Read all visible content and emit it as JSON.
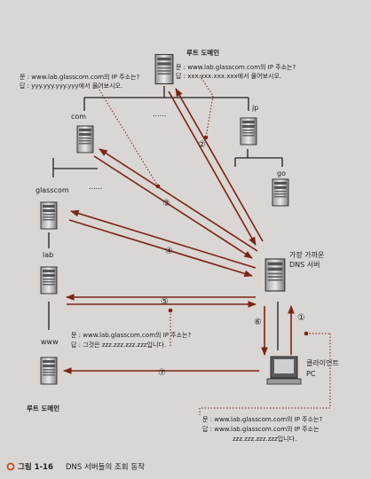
{
  "nodes": {
    "root_top": "루트 도메인",
    "com": "com",
    "jp": "jp",
    "go": "go",
    "glasscom": "glasscom",
    "lab": "lab",
    "www": "www",
    "root_bottom": "루트 도메인",
    "nearest_dns": [
      "가장 가까운",
      "DNS 서버"
    ],
    "client": [
      "클라이언트",
      "PC"
    ],
    "dots": "......"
  },
  "steps": [
    "①",
    "②",
    "③",
    "④",
    "⑤",
    "⑥",
    "⑦"
  ],
  "query_left": {
    "q": "문 : www.lab.glasscom.com의 IP 주소는?",
    "a": "답 : yyy.yyy.yyy.yyy에서 물어보시오."
  },
  "query_right": {
    "q": "문 : www.lab.glasscom.com의 IP 주소는?",
    "a": "답 : xxx.xxx.xxx.xxx에서 물어보시오."
  },
  "query_www": {
    "q": "문 : www.lab.glasscom.com의 IP 주소는?",
    "a": "답 : 그것은 zzz.zzz.zzz.zzz입니다."
  },
  "query_client": {
    "q": "문 : www.lab.glasscom.com의 IP 주소는?",
    "a1": "답 : www.lab.glasscom.com의 IP 주소는",
    "a2": "zzz.zzz.zzz.zzz입니다."
  },
  "caption": {
    "label": "그림 1-16",
    "text": "DNS 서버들의 조회 동작"
  }
}
